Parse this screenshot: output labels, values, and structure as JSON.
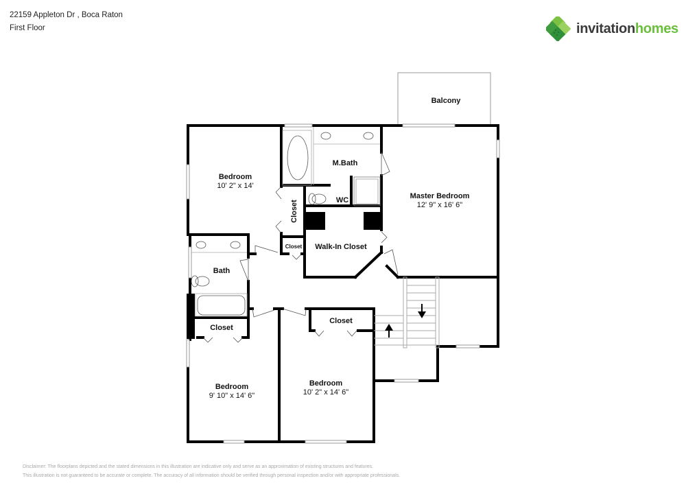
{
  "header": {
    "address": "22159 Appleton Dr , Boca Raton",
    "floor": "First Floor"
  },
  "brand": {
    "name_part1": "invitation",
    "name_part2": "homes",
    "colors": {
      "dark": "#3a3a3a",
      "green": "#6abf3b",
      "green_dark": "#2f8f3a"
    }
  },
  "rooms": {
    "balcony": {
      "label": "Balcony"
    },
    "bedroom_nw": {
      "label": "Bedroom",
      "dims": "10' 2\" x 14'"
    },
    "master_bath": {
      "label": "M.Bath"
    },
    "wc": {
      "label": "WC"
    },
    "closet_vertical": {
      "label": "Closet"
    },
    "closet_small": {
      "label": "Closet"
    },
    "walk_in_closet": {
      "label": "Walk-In Closet"
    },
    "master_bedroom": {
      "label": "Master Bedroom",
      "dims": "12' 9\" x 16' 6\""
    },
    "bath": {
      "label": "Bath"
    },
    "closet_sw": {
      "label": "Closet"
    },
    "closet_s": {
      "label": "Closet"
    },
    "bedroom_sw": {
      "label": "Bedroom",
      "dims": "9' 10\" x 14' 6\""
    },
    "bedroom_s": {
      "label": "Bedroom",
      "dims": "10' 2\" x 14' 6\""
    }
  },
  "stairs": {
    "up_arrow": "up",
    "down_arrow": "down"
  },
  "disclaimer": {
    "line1": "Disclaimer: The floorplans depicted and the stated dimensions in this illustration are indicative only and serve as an approximation of existing structures and features.",
    "line2": "This illustration is not guaranteed to be accurate or complete. The accuracy of all information should be verified through personal inspection and/or with appropriate professionals."
  }
}
